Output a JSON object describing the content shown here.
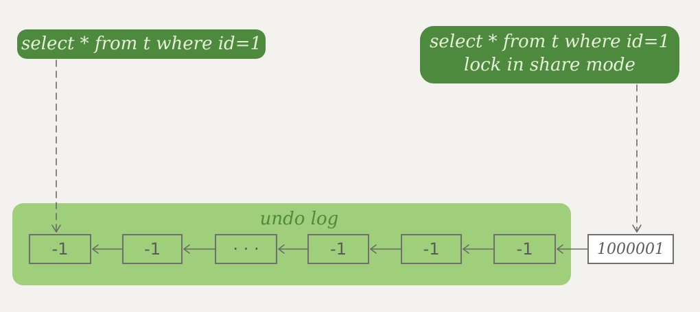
{
  "queries": {
    "snapshot_read": "select * from t where id=1",
    "locking_read_line1": "select * from t where id=1",
    "locking_read_line2": "lock in share mode"
  },
  "undo_log": {
    "label": "undo log"
  },
  "versions": [
    {
      "value": "-1"
    },
    {
      "value": "-1"
    },
    {
      "value": "· · ·"
    },
    {
      "value": "-1"
    },
    {
      "value": "-1"
    },
    {
      "value": "-1"
    },
    {
      "value": "1000001"
    }
  ],
  "colors": {
    "background": "#f4f2ee",
    "pill": "#4e8a3d",
    "pill_text": "#e5f0d9",
    "undo_area": "#9fcf7a",
    "box_border": "#6f6f6f",
    "connector": "#6a6a6a"
  }
}
